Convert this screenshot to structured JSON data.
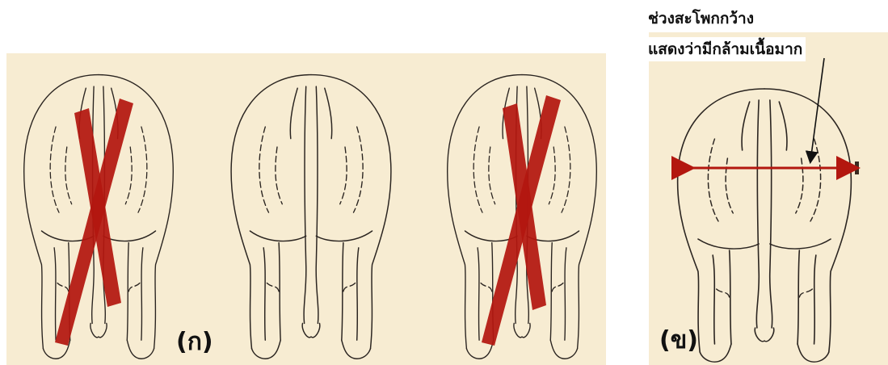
{
  "labels": {
    "a": "(ก)",
    "b": "(ข)"
  },
  "annotation": {
    "line1": "ช่วงสะโพกกว้าง",
    "line2": "แสดงว่ามีกล้ามเนื้อมาก"
  },
  "colors": {
    "background_panel": "#f7ecd2",
    "cross_mark": "#b3170f",
    "width_arrow": "#b3170f"
  },
  "figures": [
    {
      "id": "rear-left",
      "marked_wrong": true
    },
    {
      "id": "rear-middle",
      "marked_wrong": false
    },
    {
      "id": "rear-right",
      "marked_wrong": true
    },
    {
      "id": "rear-good-wide-hip",
      "marked_wrong": false
    }
  ]
}
